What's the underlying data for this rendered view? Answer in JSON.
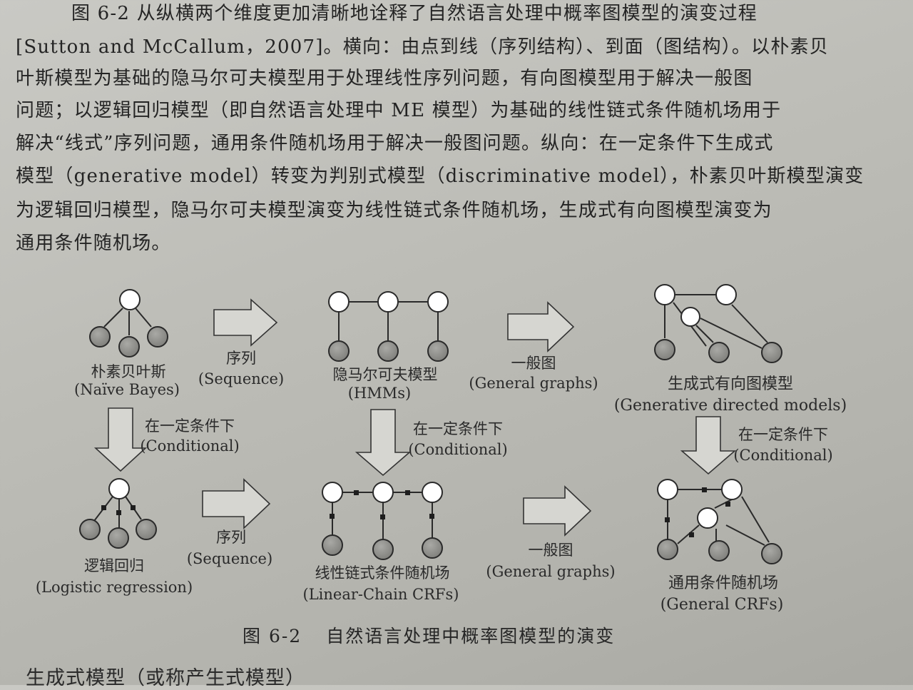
{
  "paragraph": {
    "lines": [
      "图 6-2 从纵横两个维度更加清晰地诠释了自然语言处理中概率图模型的演变过程",
      "[Sutton and McCallum，2007]。横向：由点到线（序列结构）、到面（图结构）。以朴素贝",
      "叶斯模型为基础的隐马尔可夫模型用于处理线性序列问题，有向图模型用于解决一般图",
      "问题；以逻辑回归模型（即自然语言处理中 ME 模型）为基础的线性链式条件随机场用于",
      "解决“线式”序列问题，通用条件随机场用于解决一般图问题。纵向：在一定条件下生成式",
      "模型（generative model）转变为判别式模型（discriminative model），朴素贝叶斯模型演变",
      "为逻辑回归模型，隐马尔可夫模型演变为线性链式条件随机场，生成式有向图模型演变为",
      "通用条件随机场。"
    ]
  },
  "figure": {
    "models": {
      "naive_bayes": {
        "zh": "朴素贝叶斯",
        "en": "(Naïve Bayes)"
      },
      "hmm": {
        "zh": "隐马尔可夫模型",
        "en": "(HMMs)"
      },
      "gdm": {
        "zh": "生成式有向图模型",
        "en": "(Generative directed models)"
      },
      "logreg": {
        "zh": "逻辑回归",
        "en": "(Logistic regression)"
      },
      "lccrf": {
        "zh": "线性链式条件随机场",
        "en": "(Linear-Chain CRFs)"
      },
      "gcrf": {
        "zh": "通用条件随机场",
        "en": "(General CRFs)"
      }
    },
    "arrows": {
      "sequence": {
        "zh": "序列",
        "en": "(Sequence)"
      },
      "general": {
        "zh": "一般图",
        "en": "(General graphs)"
      },
      "conditional": {
        "zh": "在一定条件下",
        "en": "(Conditional)"
      }
    },
    "node_fill_observed": "#8d8d8a",
    "node_fill_hidden": "#ffffff",
    "factor_color": "#1e1e1e"
  },
  "caption": {
    "number": "图 6-2",
    "text": "自然语言处理中概率图模型的演变"
  },
  "next_line": "生成式模型（或称产生式模型）"
}
